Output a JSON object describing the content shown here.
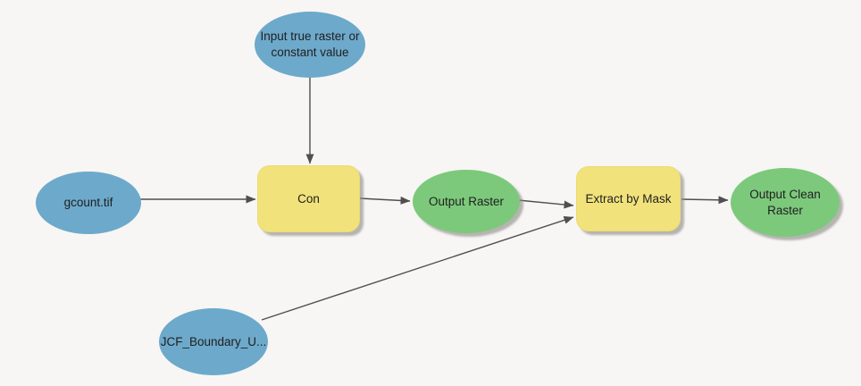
{
  "diagram": {
    "kind": "geoprocessing-model-flowchart",
    "nodes": {
      "input_true_raster": {
        "label": "Input true raster or constant value",
        "role": "input-variable",
        "shape": "ellipse",
        "fill": "#6da9cb"
      },
      "gcount": {
        "label": "gcount.tif",
        "role": "input-data",
        "shape": "ellipse",
        "fill": "#6da9cb"
      },
      "con": {
        "label": "Con",
        "role": "tool",
        "shape": "rounded-rect",
        "fill": "#f2e27c"
      },
      "output_raster": {
        "label": "Output Raster",
        "role": "derived-output",
        "shape": "ellipse",
        "fill": "#7cc97c"
      },
      "extract_by_mask": {
        "label": "Extract by Mask",
        "role": "tool",
        "shape": "rounded-rect",
        "fill": "#f2e27c"
      },
      "output_clean_raster": {
        "label": "Output Clean Raster",
        "role": "derived-output",
        "shape": "ellipse",
        "fill": "#7cc97c"
      },
      "jcf_boundary": {
        "label": "JCF_Boundary_U...",
        "role": "input-data",
        "shape": "ellipse",
        "fill": "#6da9cb"
      }
    },
    "connections": [
      {
        "from": "Input true raster or constant value",
        "to": "Con"
      },
      {
        "from": "gcount.tif",
        "to": "Con"
      },
      {
        "from": "Con",
        "to": "Output Raster"
      },
      {
        "from": "Output Raster",
        "to": "Extract by Mask"
      },
      {
        "from": "JCF_Boundary_U...",
        "to": "Extract by Mask"
      },
      {
        "from": "Extract by Mask",
        "to": "Output Clean Raster"
      }
    ],
    "colors": {
      "background": "#f7f6f4",
      "input_fill": "#6da9cb",
      "tool_fill": "#f2e27c",
      "output_fill": "#7cc97c",
      "connector": "#4f4f4f",
      "text": "#1f1f1f"
    }
  }
}
